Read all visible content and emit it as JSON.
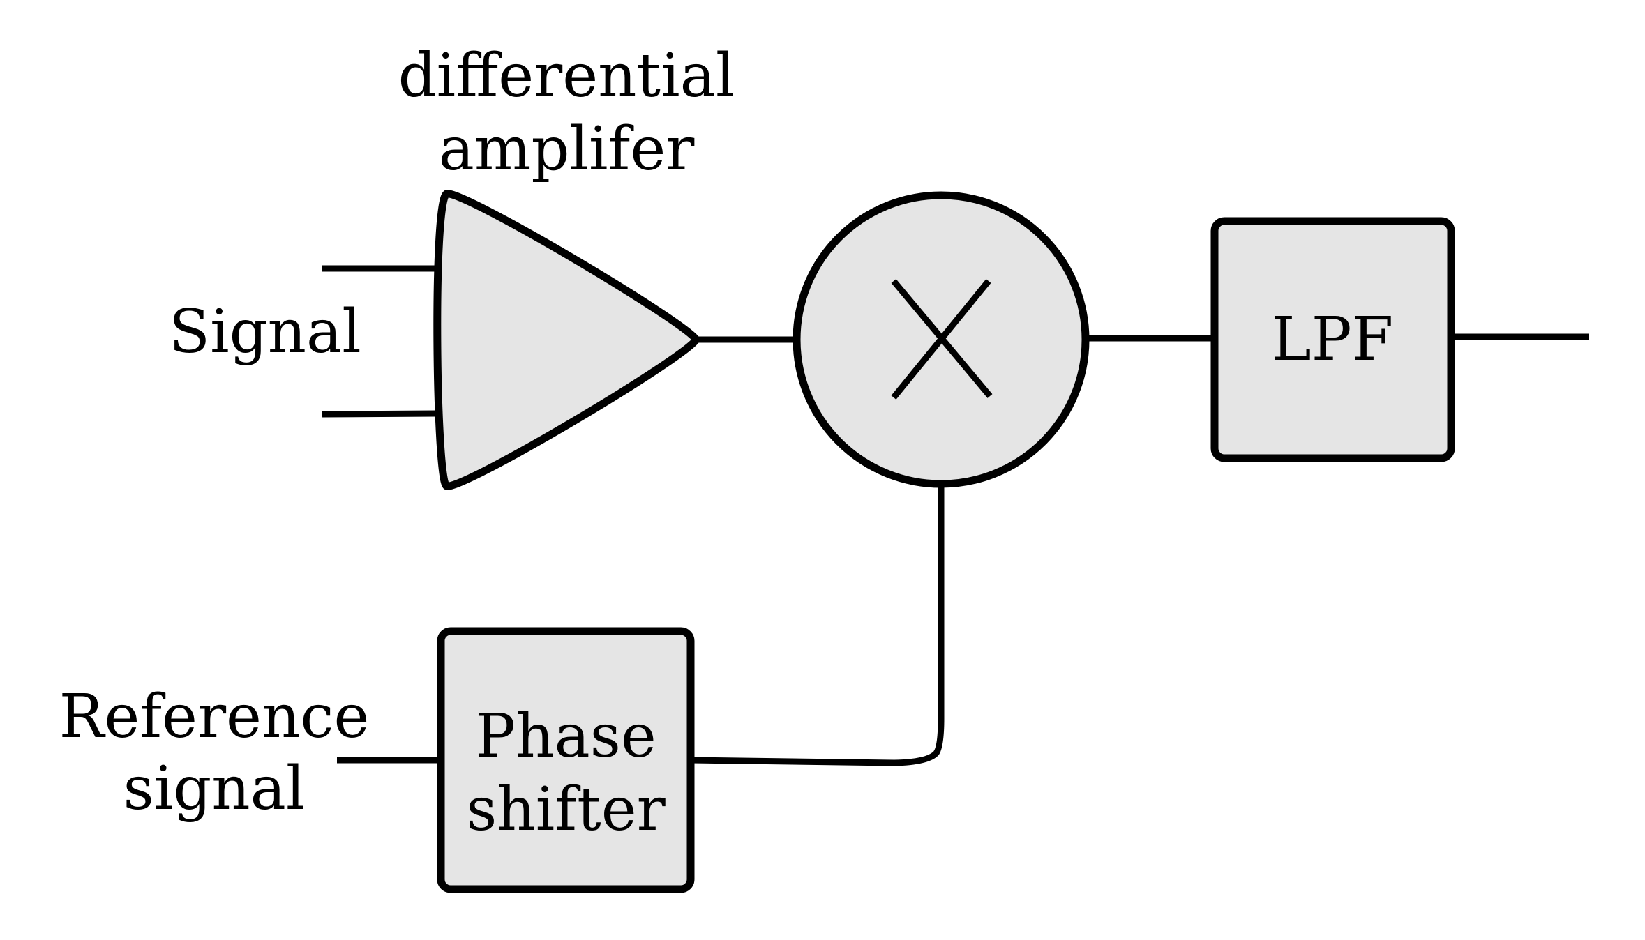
{
  "labels": {
    "amplifier_line1": "differential",
    "amplifier_line2": "amplifer",
    "signal": "Signal",
    "reference_line1": "Reference",
    "reference_line2": "signal",
    "phase_line1": "Phase",
    "phase_line2": "shifter",
    "lpf": "LPF"
  },
  "colors": {
    "block_fill": "#e5e5e5",
    "stroke": "#000000",
    "background": "#ffffff"
  },
  "icons": {
    "amplifier": "triangle-amplifier-icon",
    "mixer": "multiplier-x-icon"
  }
}
